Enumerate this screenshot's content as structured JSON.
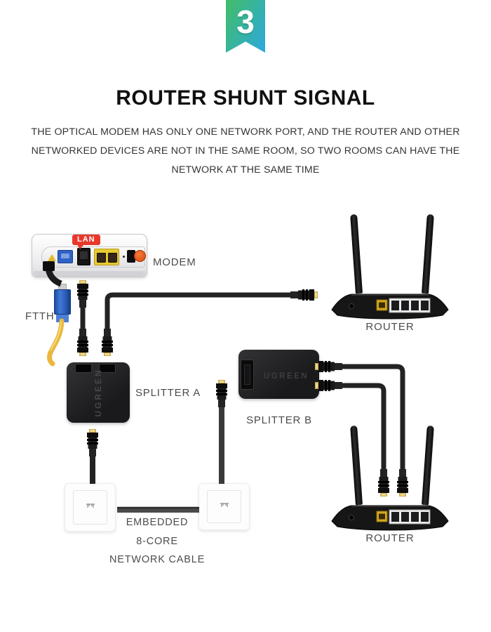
{
  "badge": {
    "number": "3"
  },
  "header": {
    "title": "ROUTER SHUNT SIGNAL",
    "subtitle_line1": "THE OPTICAL MODEM HAS ONLY ONE NETWORK PORT, AND THE ROUTER AND OTHER",
    "subtitle_line2": "NETWORKED DEVICES ARE NOT IN THE SAME ROOM, SO TWO ROOMS CAN HAVE THE",
    "subtitle_line3": "NETWORK AT THE SAME TIME"
  },
  "diagram": {
    "brand": "UGREEN",
    "labels": {
      "lan_tag": "LAN",
      "modem": "MODEM",
      "ftth": "FTTH",
      "router_top": "ROUTER",
      "router_bottom": "ROUTER",
      "splitter_a": "SPLITTER A",
      "splitter_b": "SPLITTER B",
      "embedded_cable_line1": "EMBEDDED",
      "embedded_cable_line2": "8-CORE",
      "embedded_cable_line3": "NETWORK CABLE"
    },
    "colors": {
      "badge_gradient_from": "#41bb72",
      "badge_gradient_to": "#2fa9da",
      "lan_tag_red": "#e8382b",
      "label_gray": "#4c4c4c",
      "cable_black": "#232325",
      "fiber_yellow": "#e9b83d",
      "fiber_connector_blue": "#2f62c6",
      "lan_port_yellow": "#e7ca33"
    }
  }
}
